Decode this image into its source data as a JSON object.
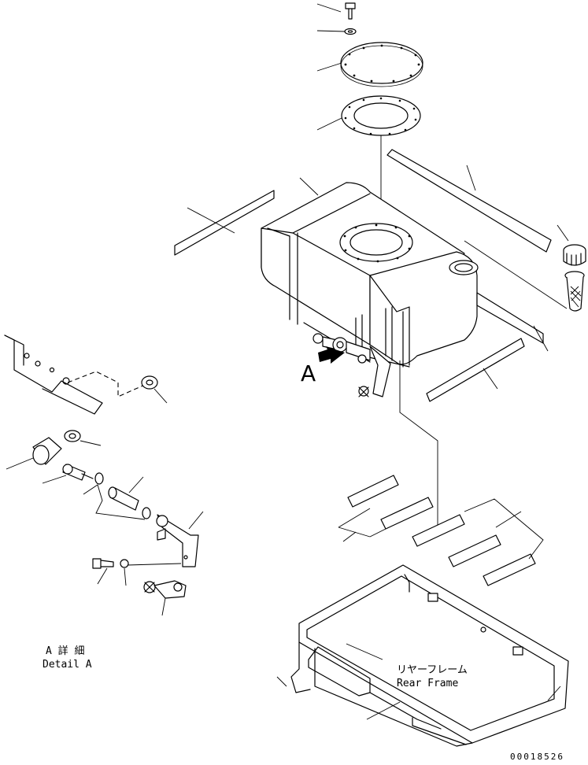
{
  "callout": {
    "view_marker": "A"
  },
  "detail_label": {
    "jp": "A 詳 細",
    "en": "Detail A"
  },
  "rear_frame_label": {
    "jp": "リヤーフレーム",
    "en": "Rear Frame"
  },
  "drawing_number": "00018526"
}
